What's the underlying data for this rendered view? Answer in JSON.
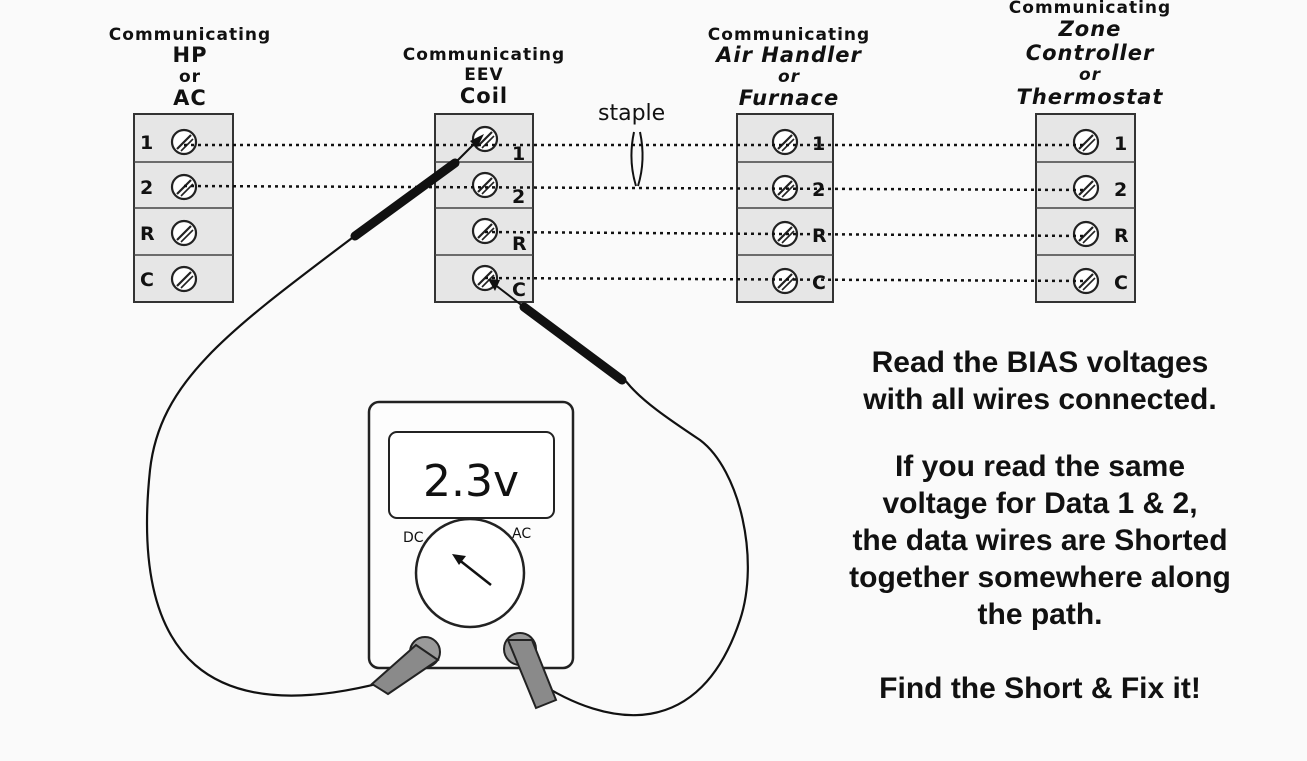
{
  "devices": [
    {
      "id": "hp",
      "lines": [
        "Communicating",
        "HP",
        "or",
        "AC"
      ],
      "terminals": [
        "1",
        "2",
        "R",
        "C"
      ]
    },
    {
      "id": "eev",
      "lines": [
        "Communicating",
        "EEV",
        "Coil"
      ],
      "terminals": [
        "1",
        "2",
        "R",
        "C"
      ]
    },
    {
      "id": "airhandler",
      "lines": [
        "Communicating",
        "Air Handler",
        "or",
        "Furnace"
      ],
      "terminals": [
        "1",
        "2",
        "R",
        "C"
      ]
    },
    {
      "id": "zone",
      "lines": [
        "Communicating",
        "Zone",
        "Controller",
        "or",
        "Thermostat"
      ],
      "terminals": [
        "1",
        "2",
        "R",
        "C"
      ]
    }
  ],
  "staple_label": "staple",
  "meter": {
    "reading": "2.3v",
    "dc_label": "DC",
    "ac_label": "AC"
  },
  "instructions": {
    "para1": [
      "Read the BIAS voltages",
      "with all wires connected."
    ],
    "para2": [
      "If you read the same",
      "voltage for Data 1 & 2,",
      "the data wires are Shorted",
      "together somewhere along",
      "the path."
    ],
    "para3": "Find the Short & Fix it!"
  }
}
